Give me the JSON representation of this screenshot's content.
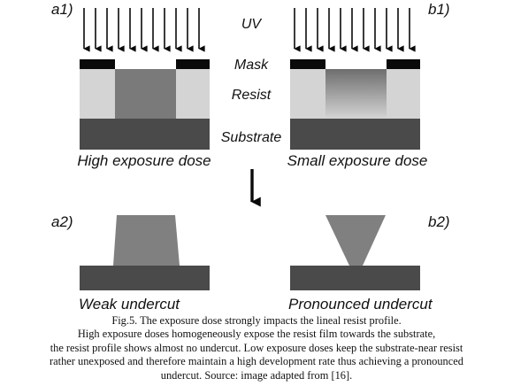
{
  "diagram": {
    "panel_labels": {
      "a1": "a1)",
      "b1": "b1)",
      "a2": "a2)",
      "b2": "b2)"
    },
    "layer_labels": {
      "uv": "UV",
      "mask": "Mask",
      "resist": "Resist",
      "substrate": "Substrate"
    },
    "panel_captions": {
      "high_dose": "High exposure dose",
      "small_dose": "Small exposure dose",
      "weak_undercut": "Weak undercut",
      "pronounced_undercut": "Pronounced undercut"
    },
    "colors": {
      "mask": "#0a0a0a",
      "resist_unexposed": "#d4d4d4",
      "resist_exposed": "#7a7a7a",
      "substrate": "#4a4a4a",
      "developed_resist": "#808080"
    }
  },
  "caption": {
    "lines": [
      "Fig.5. The exposure dose strongly impacts the lineal resist profile.",
      "High exposure doses homogeneously expose the resist film towards the substrate,",
      "the resist profile shows almost no undercut. Low exposure doses keep the substrate-near resist",
      "rather unexposed and therefore maintain a high development rate thus achieving a pronounced",
      "undercut. Source: image adapted from [16]."
    ]
  }
}
